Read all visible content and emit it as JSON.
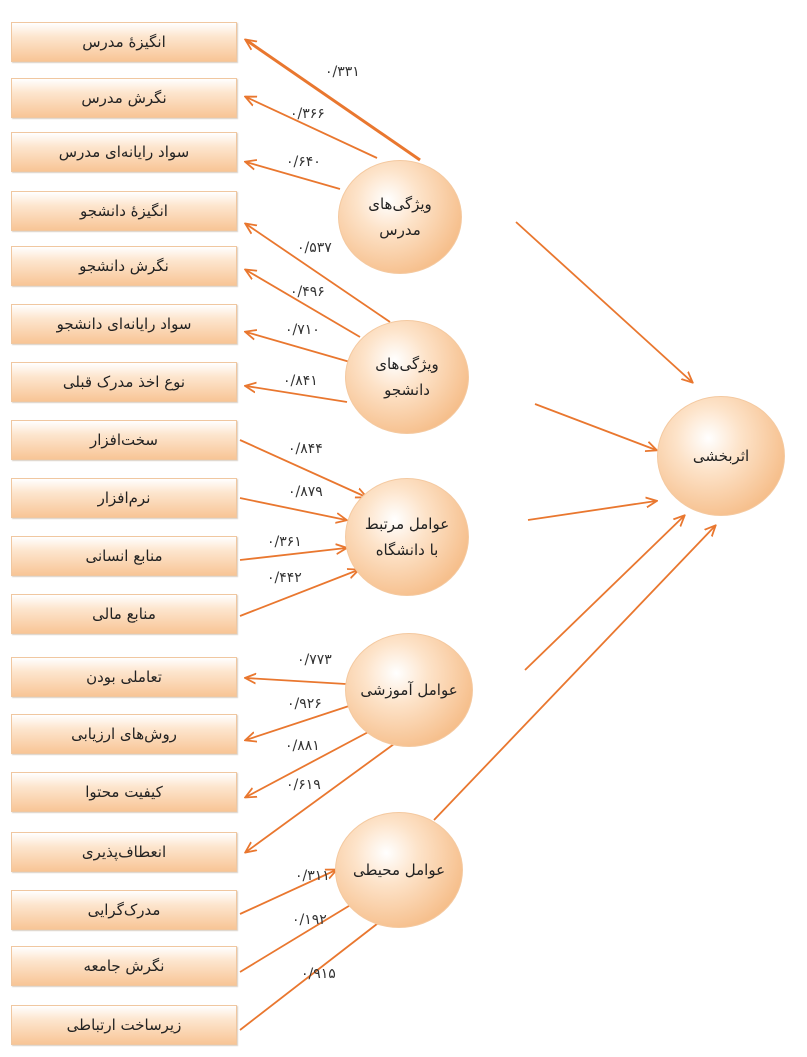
{
  "indicators": [
    "انگیزهٔ مدرس",
    "نگرش مدرس",
    "سواد رایانه‌ای مدرس",
    "انگیزهٔ دانشجو",
    "نگرش دانشجو",
    "سواد رایانه‌ای دانشجو",
    "نوع اخذ مدرک قبلی",
    "سخت‌افزار",
    "نرم‌افزار",
    "منابع انسانی",
    "منابع مالی",
    "تعاملی بودن",
    "روش‌های ارزیابی",
    "کیفیت محتوا",
    "انعطاف‌پذیری",
    "مدرک‌گرایی",
    "نگرش جامعه",
    "زیرساخت ارتباطی"
  ],
  "factors": [
    {
      "line1": "ویژگی‌های",
      "line2": "مدرس"
    },
    {
      "line1": "ویژگی‌های",
      "line2": "دانشجو"
    },
    {
      "line1": "عوامل مرتبط",
      "line2": "با دانشگاه"
    },
    {
      "line1": "عوامل آموزشی",
      "line2": ""
    },
    {
      "line1": "عوامل محیطی",
      "line2": ""
    }
  ],
  "outcome": "اثربخشی",
  "coefficients": [
    "۰/۳۳۱",
    "۰/۳۶۶",
    "۰/۶۴۰",
    "۰/۵۳۷",
    "۰/۴۹۶",
    "۰/۷۱۰",
    "۰/۸۴۱",
    "۰/۸۴۴",
    "۰/۸۷۹",
    "۰/۳۶۱",
    "۰/۴۴۲",
    "۰/۷۷۳",
    "۰/۹۲۶",
    "۰/۸۸۱",
    "۰/۶۱۹",
    "۰/۳۱۱",
    "۰/۱۹۲",
    "۰/۹۱۵"
  ],
  "colors": {
    "arrow": "#e9772f",
    "box_fill": "#f8c596",
    "ellipse_fill": "#f4b67e"
  }
}
